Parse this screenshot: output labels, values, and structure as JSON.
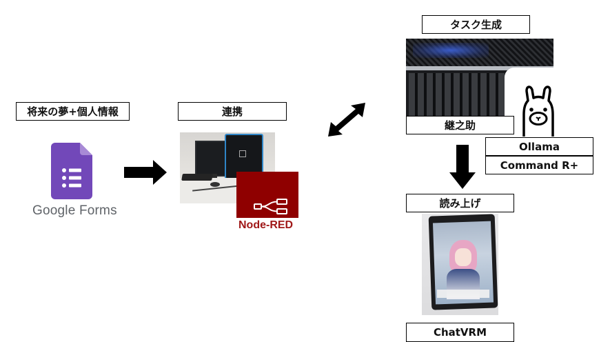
{
  "labels": {
    "dream": "将来の夢+個人情報",
    "link": "連携",
    "task": "タスク生成",
    "server": "継之助",
    "ollama": "Ollama",
    "model": "Command R+",
    "read": "読み上げ",
    "chatvrm": "ChatVRM"
  },
  "logos": {
    "google_forms": "Google Forms",
    "node_red": "Node-RED"
  },
  "colors": {
    "forms_purple": "#7248b9",
    "node_red": "#8f0000",
    "arrow": "#000000"
  },
  "icons": [
    "google-forms-icon",
    "node-red-icon",
    "ollama-llama-icon",
    "arrow-right-icon",
    "arrow-bidirectional-icon",
    "arrow-down-icon"
  ]
}
